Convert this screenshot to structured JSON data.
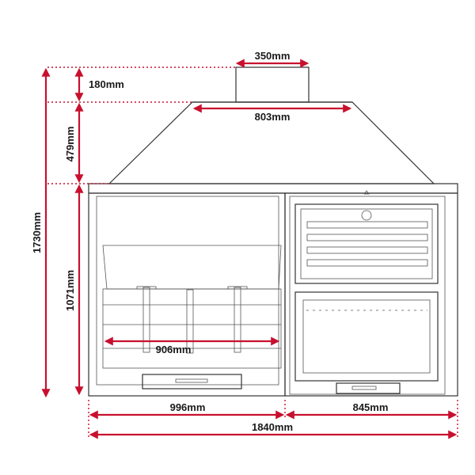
{
  "colors": {
    "dimension": "#c8102e",
    "outline": "#333333"
  },
  "dimensions": {
    "chimney_width": "350mm",
    "chimney_height": "180mm",
    "hood_width": "803mm",
    "hood_height": "479mm",
    "body_height": "1071mm",
    "total_height": "1730mm",
    "grill_width": "906mm",
    "left_section_width": "996mm",
    "right_section_width": "845mm",
    "total_width": "1840mm"
  }
}
